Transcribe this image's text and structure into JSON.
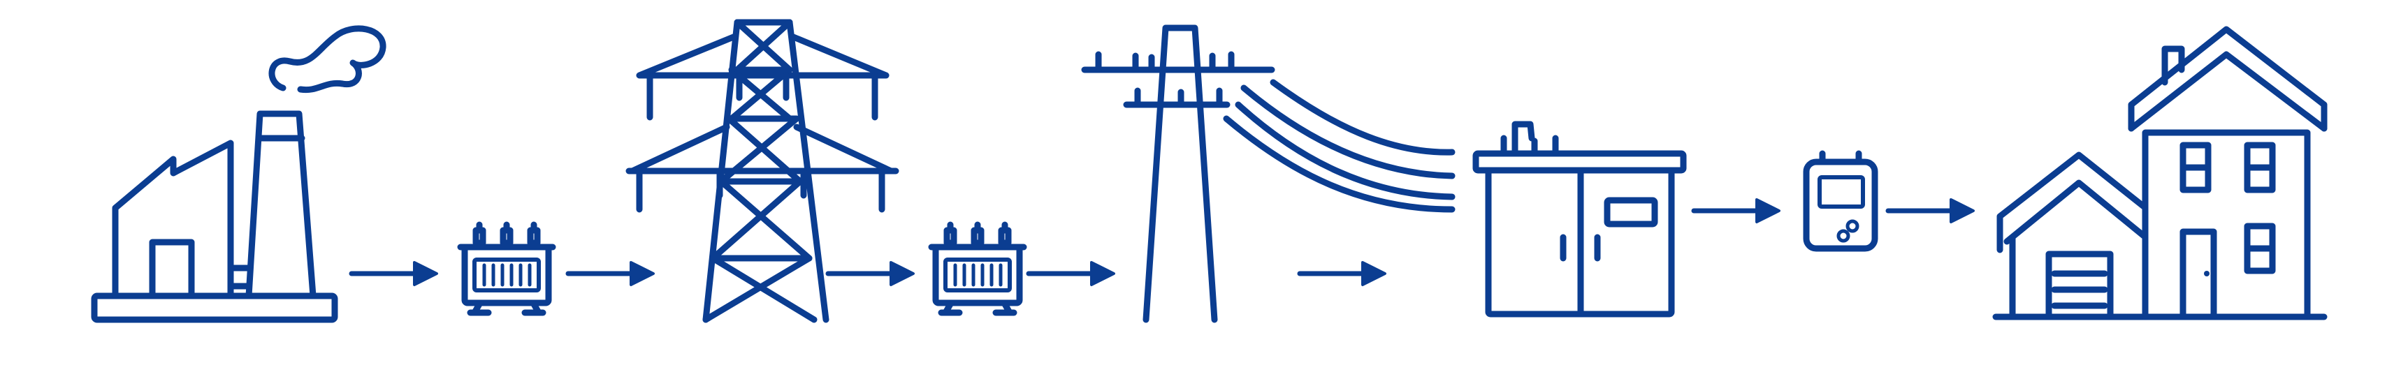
{
  "diagram": {
    "type": "power-grid-flow",
    "colors": {
      "stroke": "#0b3d91",
      "background": "#ffffff"
    },
    "stages": [
      {
        "name": "power-plant",
        "icon": "power-plant-icon"
      },
      {
        "name": "step-up-transformer",
        "icon": "transformer-icon"
      },
      {
        "name": "transmission-tower",
        "icon": "transmission-tower-icon"
      },
      {
        "name": "step-down-transformer",
        "icon": "transformer-icon"
      },
      {
        "name": "utility-pole",
        "icon": "utility-pole-icon"
      },
      {
        "name": "distribution-cabinet",
        "icon": "cabinet-icon"
      },
      {
        "name": "electric-meter",
        "icon": "meter-icon"
      },
      {
        "name": "houses",
        "icon": "houses-icon"
      }
    ],
    "connector_icon": "arrow-right-icon"
  }
}
